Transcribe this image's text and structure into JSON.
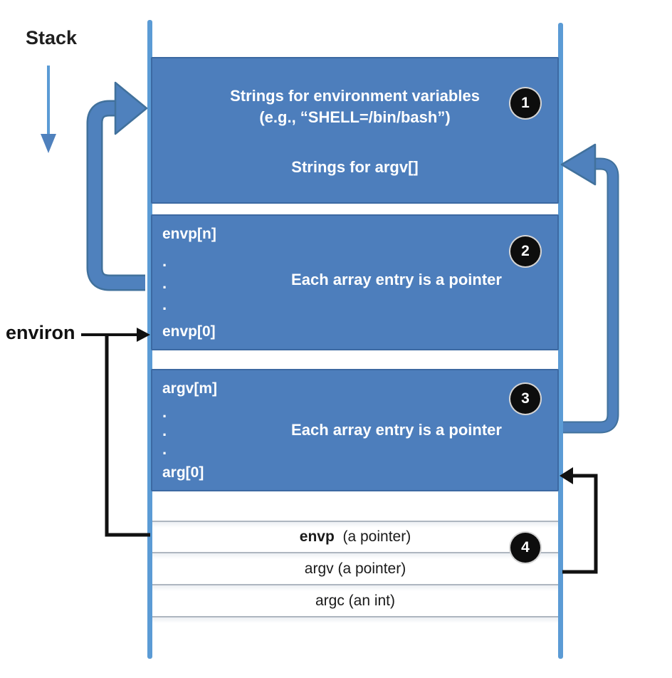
{
  "labels": {
    "stack": "Stack",
    "environ": "environ"
  },
  "regions": {
    "strings": {
      "badge": "1",
      "line1": "Strings for environment variables",
      "line2": "(e.g., “SHELL=/bin/bash”)",
      "line3": "Strings for argv[]"
    },
    "envp_array": {
      "badge": "2",
      "top": "envp[n]",
      "dots": [
        ".",
        ".",
        "."
      ],
      "bottom": "envp[0]",
      "note": "Each array entry is a pointer"
    },
    "argv_array": {
      "badge": "3",
      "top": "argv[m]",
      "dots": [
        ".",
        ".",
        "."
      ],
      "bottom": "arg[0]",
      "note": "Each array entry is a pointer"
    },
    "main_frame": {
      "badge": "4",
      "rows": [
        {
          "em": "envp",
          "text": "  (a pointer)"
        },
        {
          "em": "",
          "text": "argv (a pointer)"
        },
        {
          "em": "",
          "text": "argc (an int)"
        }
      ]
    }
  },
  "colors": {
    "box_blue": "#4d7ebc",
    "rail_blue": "#5b9bd5",
    "arrow_blue": "#4f81bd",
    "arrow_blue_outline": "#41719c",
    "badge_black": "#0d0d0d",
    "arrow_black": "#111111"
  }
}
